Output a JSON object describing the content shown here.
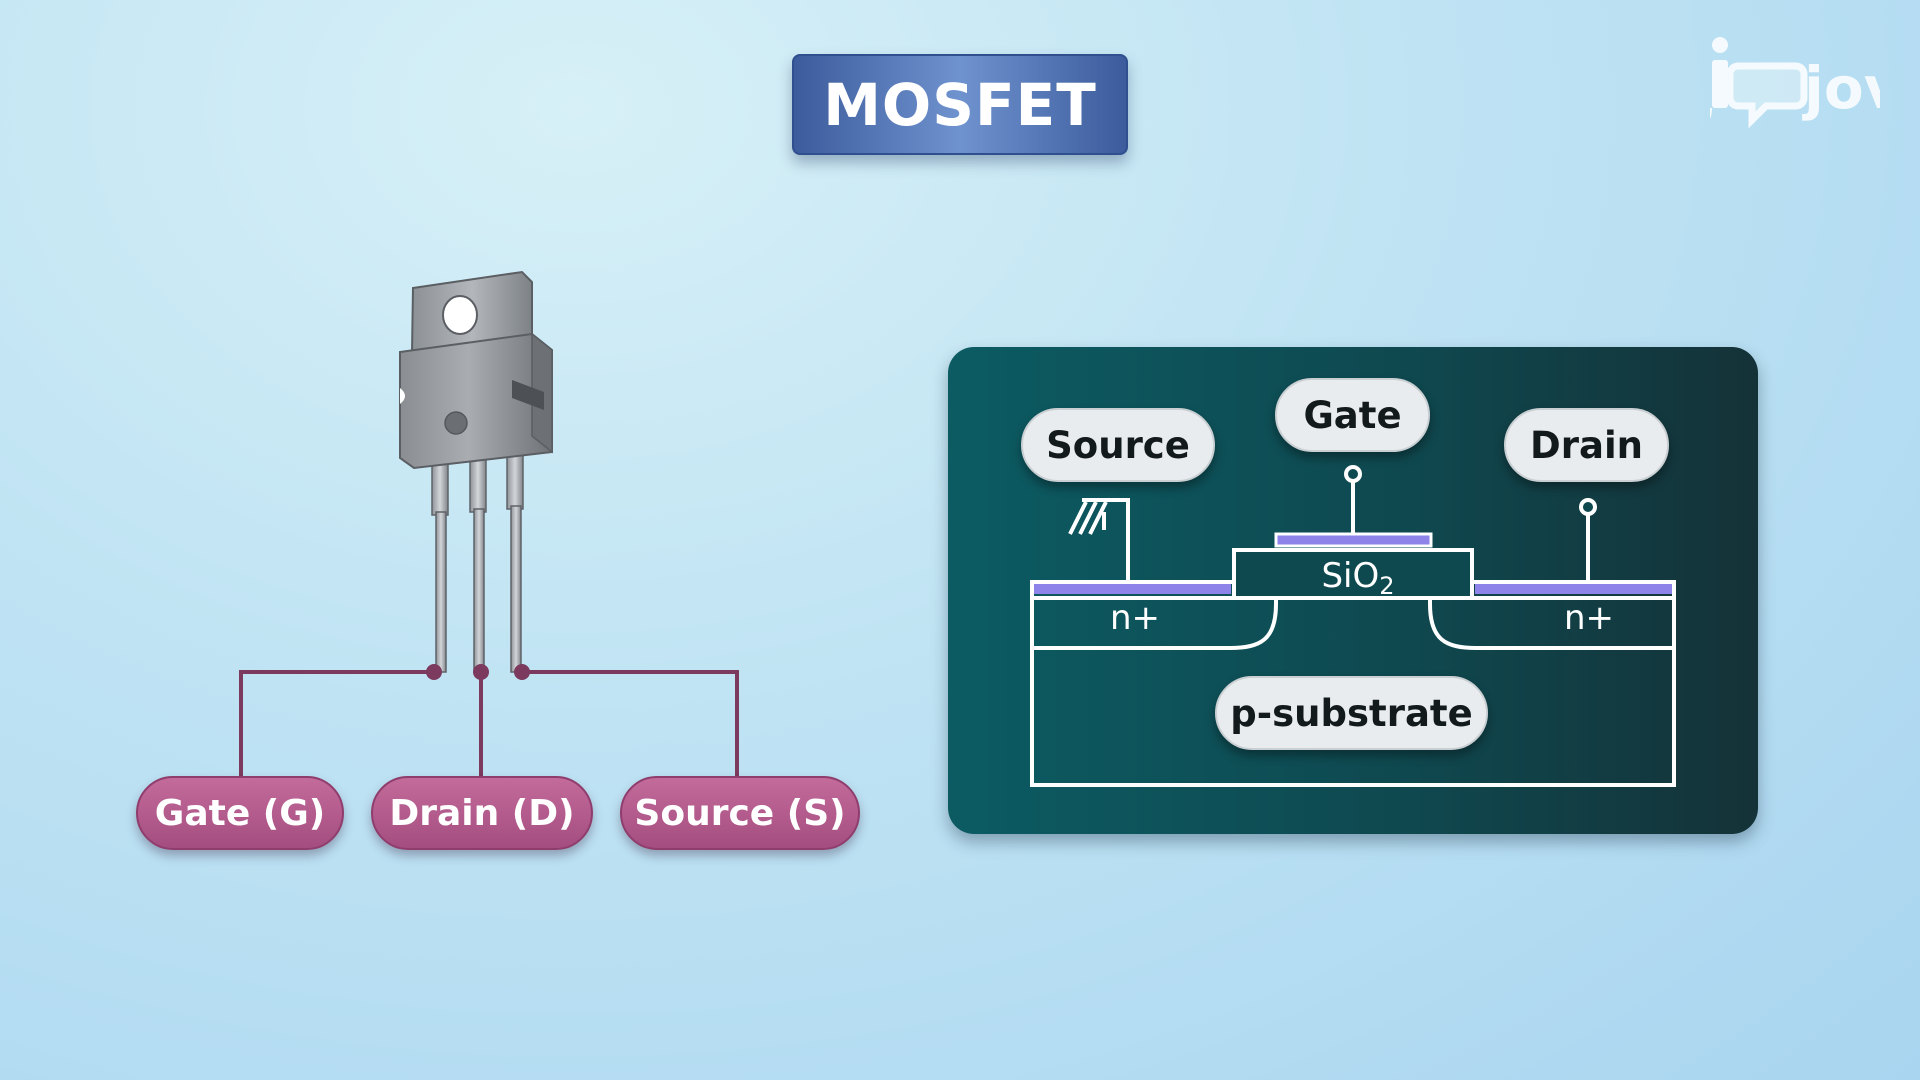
{
  "title": "MOSFET",
  "logo": {
    "text": "jove",
    "icon": "jove-logo"
  },
  "transistor": {
    "icon": "to-220-transistor-package",
    "pins": [
      {
        "label": "Gate (G)"
      },
      {
        "label": "Drain (D)"
      },
      {
        "label": "Source (S)"
      }
    ]
  },
  "cross_section": {
    "terminals": {
      "source": "Source",
      "gate": "Gate",
      "drain": "Drain"
    },
    "oxide": {
      "base": "SiO",
      "subscript": "2"
    },
    "regions": {
      "left": "n+",
      "right": "n+",
      "substrate": "p-substrate"
    },
    "ground_icon": "ground-symbol-icon",
    "colors": {
      "panel": "#0f4950",
      "metal": "#8e83e8",
      "wire": "#ffffff"
    }
  },
  "colors": {
    "pin_label": "#b05a8a",
    "pin_wire": "#7b3a5e",
    "title": "#4e70b6"
  }
}
